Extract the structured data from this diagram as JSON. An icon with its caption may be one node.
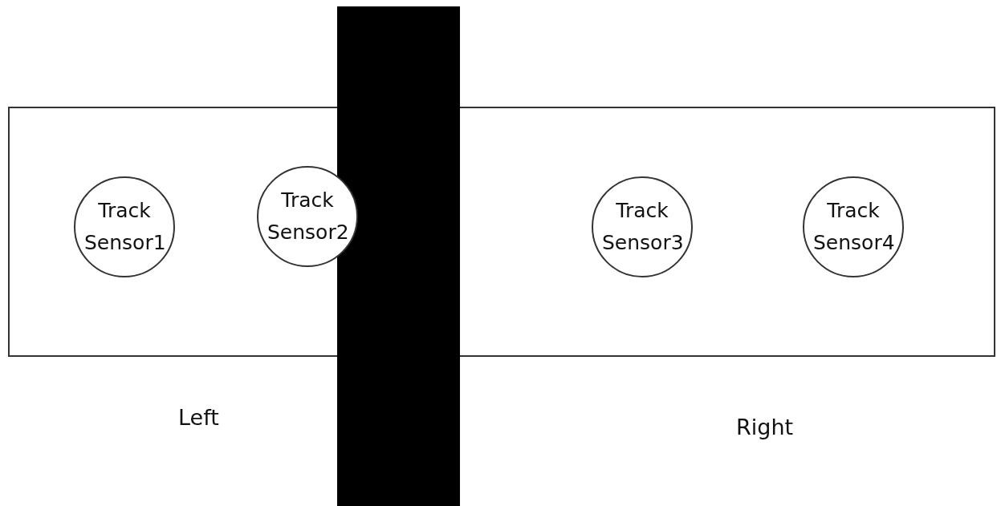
{
  "diagram": {
    "nodes": [
      {
        "text": [],
        "shape": "box"
      },
      {
        "text": [
          "Track Sensor1"
        ],
        "in": 0
      },
      {
        "text": [
          "Track Sensor2"
        ],
        "in": 0
      },
      {
        "text": [
          "Track Sensor3"
        ],
        "in": 0
      },
      {
        "text": [
          "Track Sensor4"
        ],
        "in": 0
      }
    ],
    "edges": [],
    "labels": [
      "Left",
      "Right"
    ]
  }
}
